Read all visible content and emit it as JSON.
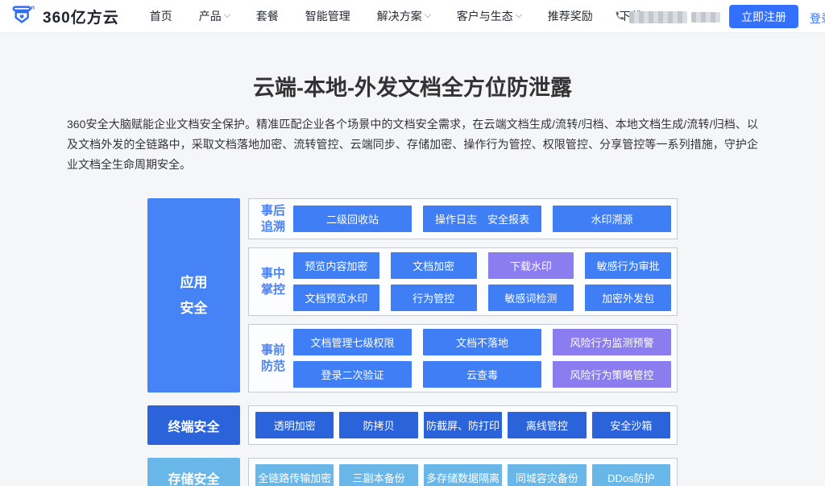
{
  "header": {
    "logo_text": "360亿方云",
    "nav": [
      {
        "label": "首页"
      },
      {
        "label": "产品"
      },
      {
        "label": "套餐"
      },
      {
        "label": "智能管理"
      },
      {
        "label": "解决方案"
      },
      {
        "label": "客户与生态"
      },
      {
        "label": "推荐奖励"
      },
      {
        "label": "下载"
      }
    ],
    "register_label": "立即注册",
    "login_label": "登录",
    "icons": {
      "logo": "shield-logo-icon",
      "phone": "phone-icon",
      "nav_dropdown": "chevron-down-icon"
    }
  },
  "main": {
    "title": "云端-本地-外发文档全方位防泄露",
    "description": "360安全大脑赋能企业文档安全保护。精准匹配企业各个场景中的文档安全需求，在云端文档生成/流转/归档、本地文档生成/流转/归档、以及文档外发的全链路中，采取文档落地加密、流转管控、云端同步、存储加密、操作行为管控、权限管控、分享管控等一系列措施，守护企业文档全生命周期安全。"
  },
  "diagram": {
    "app_block": "应用安全",
    "rows": [
      {
        "label": "事后追溯",
        "buttons_top": [
          {
            "label": "二级回收站"
          },
          {
            "label": "操作日志　安全报表"
          },
          {
            "label": "水印溯源"
          }
        ]
      },
      {
        "label": "事中掌控",
        "buttons_top": [
          {
            "label": "预览内容加密"
          },
          {
            "label": "文档加密"
          },
          {
            "label": "下载水印",
            "variant": "purple"
          },
          {
            "label": "敏感行为审批"
          }
        ],
        "buttons_bottom": [
          {
            "label": "文档预览水印"
          },
          {
            "label": "行为管控"
          },
          {
            "label": "敏感词检测"
          },
          {
            "label": "加密外发包"
          }
        ]
      },
      {
        "label": "事前防范",
        "buttons_top": [
          {
            "label": "文档管理七级权限"
          },
          {
            "label": "文档不落地"
          },
          {
            "label": "风险行为监测预警",
            "variant": "purple"
          }
        ],
        "buttons_bottom": [
          {
            "label": "登录二次验证"
          },
          {
            "label": "云查毒"
          },
          {
            "label": "风险行为策略管控",
            "variant": "purple"
          }
        ]
      }
    ],
    "terminal": {
      "label": "终端安全",
      "buttons": [
        {
          "label": "透明加密"
        },
        {
          "label": "防拷贝"
        },
        {
          "label": "防截屏、防打印"
        },
        {
          "label": "离线管控"
        },
        {
          "label": "安全沙箱"
        }
      ]
    },
    "storage": {
      "label": "存储安全",
      "buttons": [
        {
          "label": "全链路传输加密"
        },
        {
          "label": "三副本备份"
        },
        {
          "label": "多存储数据隔离"
        },
        {
          "label": "同城容灾备份"
        },
        {
          "label": "DDos防护"
        }
      ]
    },
    "colors": {
      "app_blue": "#4583f6",
      "tile_blue": "#3f7ef5",
      "tile_purple": "#8b7cf0",
      "terminal_blue": "#2b63da",
      "storage_blue": "#68b7e8",
      "row_label_blue": "#4a82f5",
      "accent": "#3370ff"
    }
  }
}
